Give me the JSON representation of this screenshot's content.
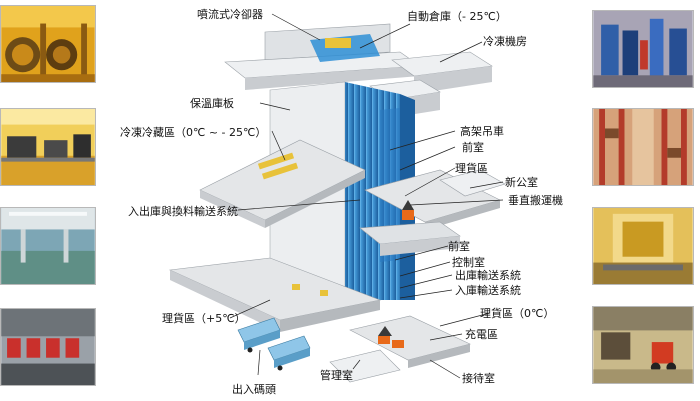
{
  "labels": {
    "spray_cooler": "噴流式冷卻器",
    "auto_warehouse": "自動倉庫（- 25℃）",
    "refrigeration_room": "冷凍機房",
    "insulated_panel": "保溫庫板",
    "freezer_zone": "冷凍冷藏區（0℃ ~ - 25℃）",
    "stacker_crane": "高架吊車",
    "front_room_upper": "前室",
    "sorting_area_upper": "理貨區",
    "new_office": "新公室",
    "vertical_lift": "垂直搬運機",
    "in_out_conveyor": "入出庫與換料輸送系統",
    "front_room_lower": "前室",
    "control_room": "控制室",
    "outbound_conveyor": "出庫輸送系統",
    "inbound_conveyor": "入庫輸送系統",
    "sorting_area_plus5": "理貨區（+5℃）",
    "sorting_area_0": "理貨區（0℃）",
    "charging_area": "充電區",
    "dock": "出入碼頭",
    "management_room": "管理室",
    "reception_room": "接待室"
  },
  "colors": {
    "rack_blue": "#2f8fd6",
    "rack_dark": "#1c5f9e",
    "floor_gray": "#e4e6e8",
    "wall_gray": "#c9ccd0",
    "conveyor_yellow": "#e8c23a",
    "pallet_orange": "#e86a1a",
    "truck_blue": "#8fc6e8"
  },
  "photos": {
    "left": [
      "cold-storage-racks-photo",
      "pallet-conveyor-photo",
      "parking-deck-photo",
      "loading-dock-photo"
    ],
    "right": [
      "machine-room-photo",
      "high-bay-racks-photo",
      "vertical-lift-photo",
      "forklift-area-photo"
    ]
  }
}
